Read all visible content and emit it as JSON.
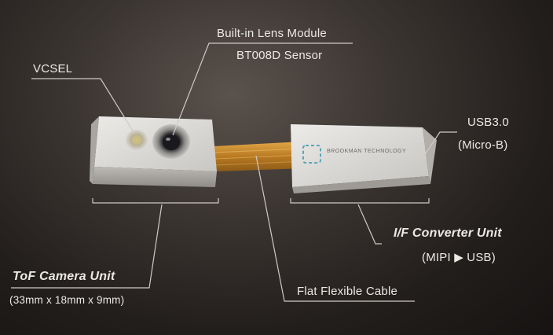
{
  "labels": {
    "vcsel": "VCSEL",
    "lens_module": "Built-in Lens Module",
    "sensor": "BT008D Sensor",
    "usb": "USB3.0",
    "usb_connector": "(Micro-B)",
    "converter_unit": "I/F Converter Unit",
    "converter_spec": "(MIPI ▶ USB)",
    "camera_unit": "ToF Camera Unit",
    "camera_dims": "(33mm x 18mm x 9mm)",
    "cable": "Flat Flexible Cable"
  },
  "module_logo_text": "BROOKMAN TECHNOLOGY",
  "colors": {
    "background": "#2b2623",
    "module_body": "#d8d6d2",
    "cable": "#c98a2c",
    "leader_line": "#cfcac5"
  }
}
